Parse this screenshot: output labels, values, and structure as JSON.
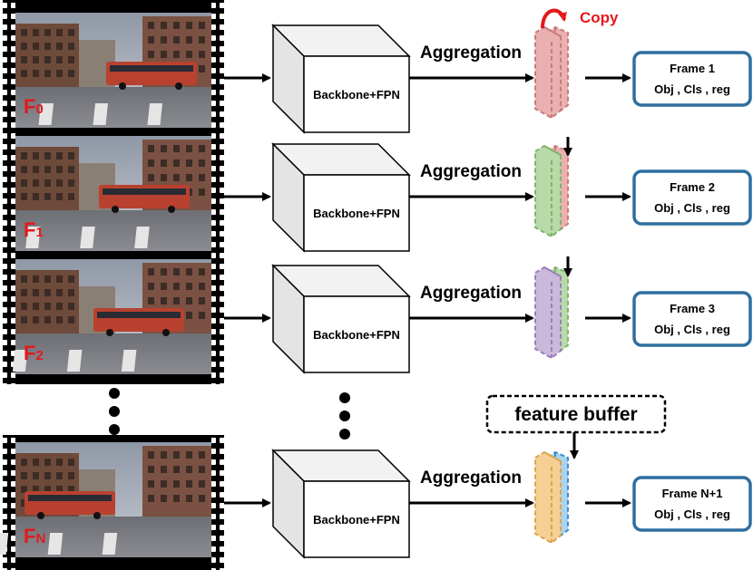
{
  "copy_label": "Copy",
  "backbone_label": "Backbone+FPN",
  "aggregation_label": "Aggregation",
  "feature_buffer_label": "feature buffer",
  "rows": [
    {
      "frame_label": "F",
      "frame_sub": "0",
      "output_title": "Frame 1",
      "output_tasks": "Obj , Cls , reg"
    },
    {
      "frame_label": "F",
      "frame_sub": "1",
      "output_title": "Frame 2",
      "output_tasks": "Obj , Cls , reg"
    },
    {
      "frame_label": "F",
      "frame_sub": "2",
      "output_title": "Frame 3",
      "output_tasks": "Obj , Cls , reg"
    },
    {
      "frame_label": "F",
      "frame_sub": "N",
      "output_title": "Frame N+1",
      "output_tasks": "Obj , Cls , reg"
    }
  ],
  "colors": {
    "copy_red": "#e3191c",
    "output_border": "#2f6f9f",
    "feature_red": "#c97a7a",
    "feature_red_fill": "#eab0b0",
    "feature_green": "#7fb56a",
    "feature_green_fill": "#b8d9a8",
    "feature_purple": "#9a7fb8",
    "feature_purple_fill": "#cbb9dc",
    "feature_orange": "#d9a64a",
    "feature_orange_fill": "#f5cf94",
    "feature_blue": "#3a8fc8",
    "feature_blue_fill": "#a9d3ee"
  }
}
